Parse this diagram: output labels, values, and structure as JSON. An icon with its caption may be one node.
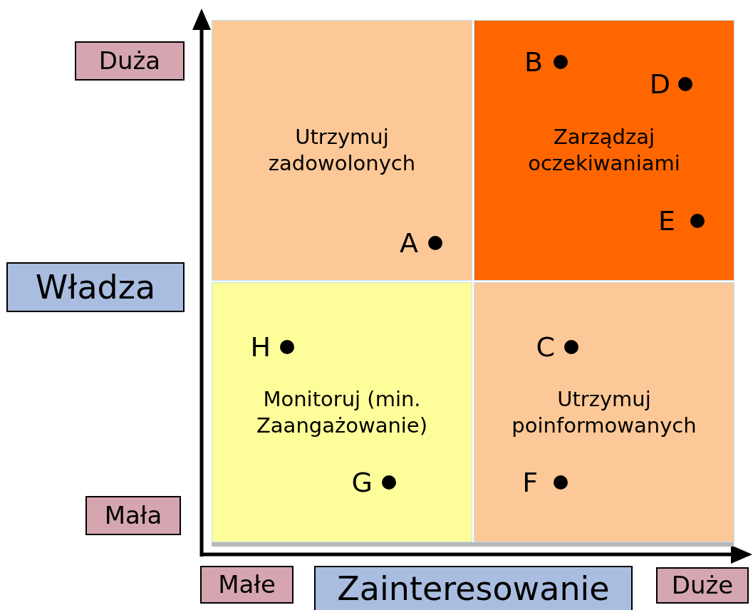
{
  "diagram": {
    "nodes": [
      {
        "text": [
          "Utrzymuj zadowolonych"
        ]
      },
      {
        "text": [
          "Zarządzaj oczekiwaniami"
        ]
      },
      {
        "text": [
          "Monitoruj (min. Zaangażowanie)"
        ]
      },
      {
        "text": [
          "Utrzymuj poinformowanych"
        ]
      },
      {
        "text": [
          "Duża"
        ]
      },
      {
        "text": [
          "Władza"
        ]
      },
      {
        "text": [
          "Mała"
        ]
      },
      {
        "text": [
          "Małe"
        ]
      },
      {
        "text": [
          "Zainteresowanie"
        ]
      },
      {
        "text": [
          "Duże"
        ]
      }
    ],
    "edges": [],
    "labels": [
      "B",
      "D",
      "E",
      "A",
      "H",
      "C",
      "G",
      "F"
    ]
  }
}
